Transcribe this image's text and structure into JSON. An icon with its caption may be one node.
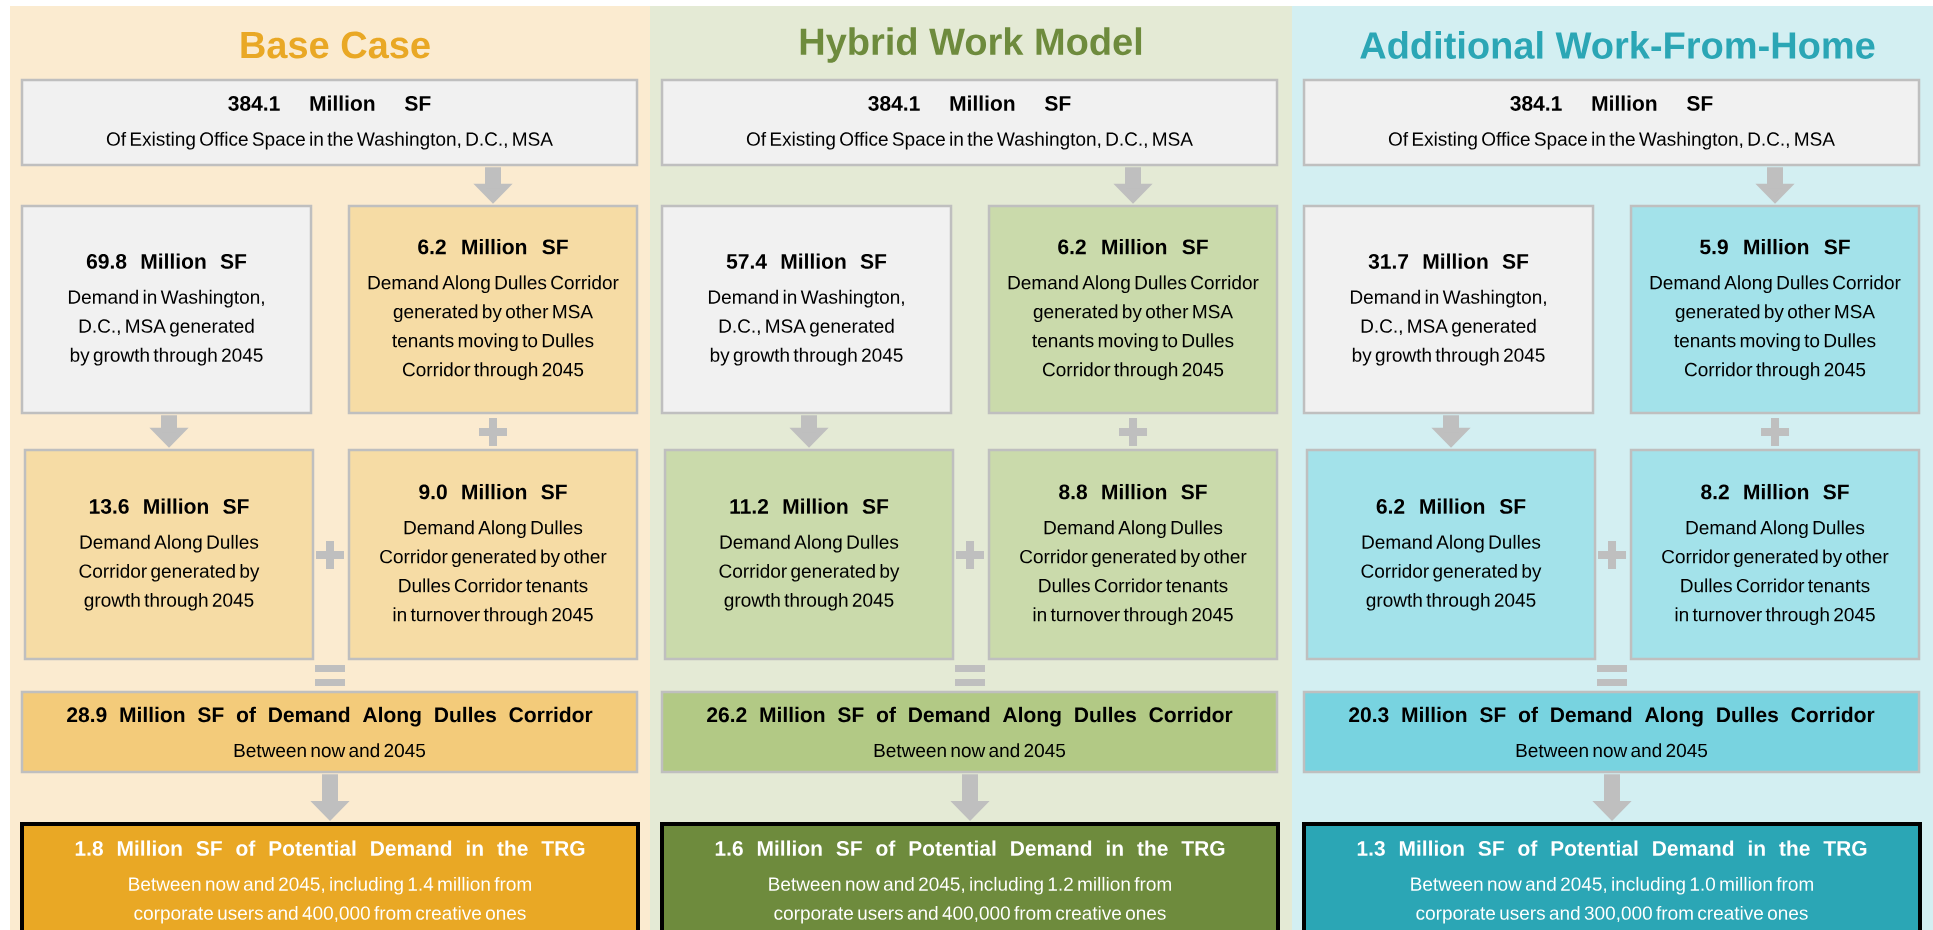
{
  "diagram": {
    "nodes": [
      {
        "text": [
          "Base Case"
        ]
      },
      {
        "text": [
          "384.1 Million SF",
          "Of Existing Office Space in the Washington, D.C., MSA"
        ],
        "in": 0
      },
      {
        "text": [
          "69.8 Million SF",
          "Demand in Washington, D.C., MSA generated by growth through 2045"
        ],
        "in": 0
      },
      {
        "text": [
          "6.2 Million SF",
          "Demand Along Dulles Corridor generated by other MSA tenants moving to Dulles Corridor through 2045"
        ],
        "in": 0
      },
      {
        "text": [
          "13.6 Million SF",
          "Demand Along Dulles Corridor generated by growth through 2045"
        ],
        "in": 0
      },
      {
        "text": [
          "9.0 Million SF",
          "Demand Along Dulles Corridor generated by other Dulles Corridor tenants in turnover through 2045"
        ],
        "in": 0
      },
      {
        "text": [
          "28.9 Million SF of Demand Along Dulles Corridor",
          "Between now and 2045"
        ],
        "in": 0
      },
      {
        "text": [
          "1.8 Million SF of Potential Demand in the TRG",
          "Between now and 2045, including 1.4 million from corporate users and 400,000 from creative ones"
        ],
        "in": 0
      },
      {
        "text": [
          "Hybrid Work Model"
        ]
      },
      {
        "text": [
          "384.1 Million SF",
          "Of Existing Office Space in the Washington, D.C., MSA"
        ],
        "in": 8
      },
      {
        "text": [
          "57.4 Million SF",
          "Demand in Washington, D.C., MSA generated by growth through 2045"
        ],
        "in": 8
      },
      {
        "text": [
          "6.2 Million SF",
          "Demand Along Dulles Corridor generated by other MSA tenants moving to Dulles Corridor through 2045"
        ],
        "in": 8
      },
      {
        "text": [
          "11.2 Million SF",
          "Demand Along Dulles Corridor generated by growth through 2045"
        ],
        "in": 8
      },
      {
        "text": [
          "8.8 Million SF",
          "Demand Along Dulles Corridor generated by other Dulles Corridor tenants in turnover through 2045"
        ],
        "in": 8
      },
      {
        "text": [
          "26.2 Million SF of Demand Along Dulles Corridor",
          "Between now and 2045"
        ],
        "in": 8
      },
      {
        "text": [
          "1.6 Million SF of Potential Demand in the TRG",
          "Between now and 2045, including 1.2 million from corporate users and 400,000 from creative ones"
        ],
        "in": 8
      },
      {
        "text": [
          "Additional Work-From-Home"
        ]
      },
      {
        "text": [
          "384.1 Million SF",
          "Of Existing Office Space in the Washington, D.C., MSA"
        ],
        "in": 16
      },
      {
        "text": [
          "31.7 Million SF",
          "Demand in Washington, D.C., MSA generated by growth through 2045"
        ],
        "in": 16
      },
      {
        "text": [
          "5.9 Million SF",
          "Demand Along Dulles Corridor generated by other MSA tenants moving to Dulles Corridor through 2045"
        ],
        "in": 16
      },
      {
        "text": [
          "6.2 Million SF",
          "Demand Along Dulles Corridor generated by growth through 2045"
        ],
        "in": 16
      },
      {
        "text": [
          "8.2 Million SF",
          "Demand Along Dulles Corridor generated by other Dulles Corridor tenants in turnover through 2045"
        ],
        "in": 16
      },
      {
        "text": [
          "20.3 Million SF of Demand Along Dulles Corridor",
          "Between now and 2045"
        ],
        "in": 16
      },
      {
        "text": [
          "1.3 Million SF of Potential Demand in the TRG",
          "Between now and 2045, including 1.0 million from corporate users and 300,000 from creative ones"
        ],
        "in": 16
      }
    ],
    "edges": [
      {
        "from": 1,
        "to": 3,
        "arrow": "to"
      },
      {
        "from": 2,
        "to": 4,
        "arrow": "to"
      },
      {
        "from": 6,
        "to": 7,
        "arrow": "to"
      },
      {
        "from": 9,
        "to": 11,
        "arrow": "to"
      },
      {
        "from": 10,
        "to": 12,
        "arrow": "to"
      },
      {
        "from": 14,
        "to": 15,
        "arrow": "to"
      },
      {
        "from": 17,
        "to": 19,
        "arrow": "to"
      },
      {
        "from": 18,
        "to": 20,
        "arrow": "to"
      },
      {
        "from": 22,
        "to": 23,
        "arrow": "to"
      }
    ]
  }
}
